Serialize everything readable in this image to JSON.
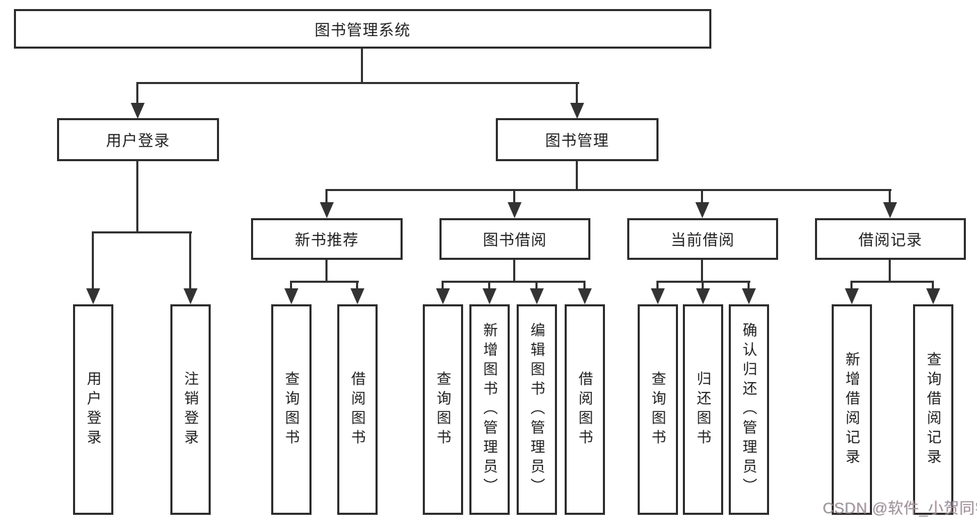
{
  "diagram": {
    "type": "hierarchy",
    "root": {
      "label": "图书管理系统"
    },
    "level2": [
      {
        "label": "用户登录"
      },
      {
        "label": "图书管理"
      }
    ],
    "level3": [
      {
        "label": "新书推荐"
      },
      {
        "label": "图书借阅"
      },
      {
        "label": "当前借阅"
      },
      {
        "label": "借阅记录"
      }
    ],
    "leaves": {
      "user_login": [
        "用户登录",
        "注销登录"
      ],
      "new_book_rec": [
        "查询图书",
        "借阅图书"
      ],
      "book_borrow": [
        "查询图书",
        "新增图书（管理员）",
        "编辑图书（管理员）",
        "借阅图书"
      ],
      "current_borrow": [
        "查询图书",
        "归还图书",
        "确认归还（管理员）"
      ],
      "borrow_record": [
        "新增借阅记录",
        "查询借阅记录"
      ]
    },
    "colors": {
      "line": "#333333",
      "box_border": "#2e2e2e",
      "text": "#1f1f1f",
      "background": "#ffffff",
      "watermark": "#97959b"
    }
  },
  "watermark": {
    "text": "CSDN @软件_小贺同学"
  }
}
